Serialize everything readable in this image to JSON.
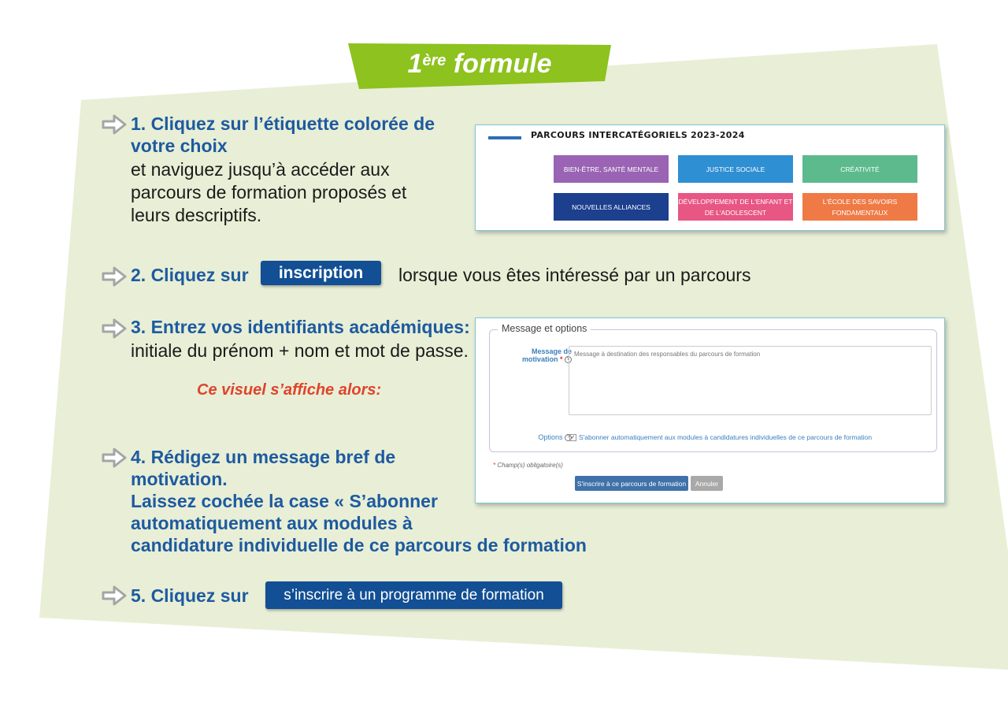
{
  "banner": {
    "num": "1",
    "sup": "ère",
    "word": "formule"
  },
  "step1": {
    "title_line1": "1. Cliquez sur l’étiquette colorée de",
    "title_line2": "votre choix",
    "body_line1": "et naviguez jusqu’à accéder aux",
    "body_line2": "parcours de formation proposés et",
    "body_line3": "leurs descriptifs."
  },
  "shot1": {
    "title": "PARCOURS INTERCATÉGORIELS 2023-2024",
    "tags": [
      {
        "label": "BIEN-ÊTRE, SANTÉ MENTALE",
        "color": "#9a63b4"
      },
      {
        "label": "JUSTICE SOCIALE",
        "color": "#2f8fd3"
      },
      {
        "label": "CRÉATIVITÉ",
        "color": "#5cba8c"
      },
      {
        "label": "NOUVELLES ALLIANCES",
        "color": "#1c3f8e"
      },
      {
        "label": "DÉVELOPPEMENT DE L'ENFANT ET DE L'ADOLESCENT",
        "color": "#e85683"
      },
      {
        "label": "L'ÉCOLE DES SAVOIRS FONDAMENTAUX",
        "color": "#ef7a45"
      }
    ]
  },
  "step2": {
    "prefix": "2. Cliquez sur",
    "button": "inscription",
    "suffix": "lorsque vous êtes intéressé par un parcours"
  },
  "step3": {
    "title": "3. Entrez vos identifiants académiques:",
    "body": "initiale du prénom + nom et mot de passe.",
    "note": "Ce visuel s’affiche alors:"
  },
  "shot2": {
    "legend": "Message et options",
    "label_line1": "Message de",
    "label_line2": "motivation",
    "required_mark": "*",
    "placeholder": "Message à destination des responsables du parcours de formation",
    "options_label": "Options",
    "checkbox_label": "S'abonner automatiquement aux modules à candidatures individuelles de ce parcours de formation",
    "required_note": "Champ(s) obligatoire(s)",
    "submit": "S'inscrire à ce parcours de formation",
    "cancel": "Annuler"
  },
  "step4": {
    "line1": "4. Rédigez un message bref de",
    "line2": "motivation.",
    "line3": "Laissez cochée la case « S’abonner",
    "line4": "automatiquement aux modules à",
    "line5": "candidature individuelle de ce parcours de formation"
  },
  "step5": {
    "prefix": "5. Cliquez sur",
    "button": "s’inscrire à un programme de formation"
  },
  "colors": {
    "accent_green": "#8dc21f",
    "panel_bg": "#e8efd6",
    "text_blue": "#1e5aa0",
    "button_blue": "#124f94",
    "note_red": "#e0432c"
  }
}
